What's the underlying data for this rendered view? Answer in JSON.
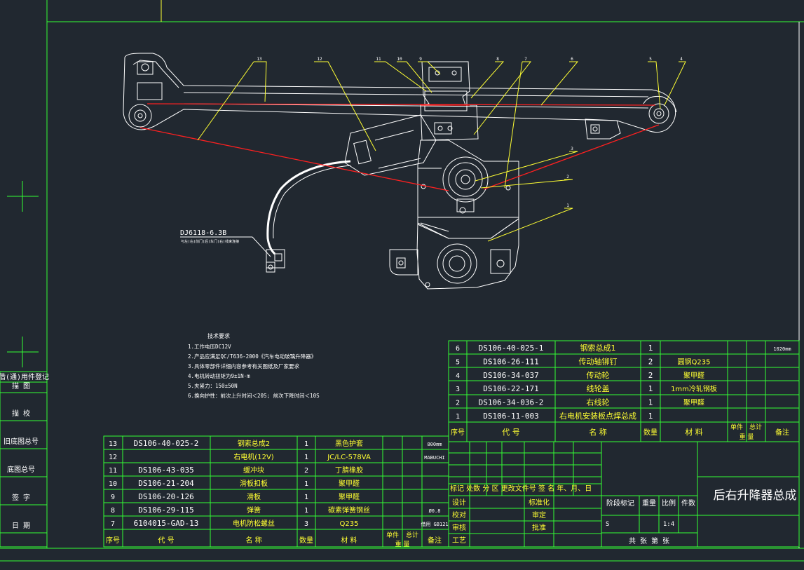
{
  "drawing": {
    "title": "后右升降器总成",
    "connector_label": "DJ6118-6.3B",
    "connector_note": "与左(右)前门(后)车门(右)线束连接"
  },
  "side_block": {
    "labels": [
      "描  图",
      "描  校",
      "旧底图总号",
      "底图总号",
      "签  字",
      "日  期"
    ],
    "header": "借(通)用件登记"
  },
  "callouts": [
    "13",
    "12",
    "11",
    "10",
    "9",
    "8",
    "7",
    "6",
    "5",
    "4",
    "3",
    "2",
    "1"
  ],
  "tech_requirements": {
    "title": "技术要求",
    "items": [
      "1.工作电压DC12V",
      "2.产品应满足QC/T636-2000《汽车电动玻璃升降器》",
      "3.具体零部件详细内容参考有关图纸及厂家要求",
      "4.电机转动扭矩为9±1N·m",
      "5.夹紧力：150±50N",
      "6.换向护性：前次上升时间＜20S; 前次下降时间＜10S"
    ]
  },
  "bom_right": {
    "rows": [
      {
        "no": "6",
        "code": "DS106-40-025-1",
        "name": "钢索总成1",
        "qty": "1",
        "material": "",
        "note": "1020mm"
      },
      {
        "no": "5",
        "code": "DS106-26-111",
        "name": "传动轴铆钉",
        "qty": "2",
        "material": "圆钢Q235",
        "note": ""
      },
      {
        "no": "4",
        "code": "DS106-34-037",
        "name": "传动轮",
        "qty": "2",
        "material": "聚甲醛",
        "note": ""
      },
      {
        "no": "3",
        "code": "DS106-22-171",
        "name": "线轮盖",
        "qty": "1",
        "material": "1mm冷轧钢板",
        "note": ""
      },
      {
        "no": "2",
        "code": "DS106-34-036-2",
        "name": "右线轮",
        "qty": "1",
        "material": "聚甲醛",
        "note": ""
      },
      {
        "no": "1",
        "code": "DS106-11-003",
        "name": "右电机安装板点焊总成",
        "qty": "1",
        "material": "",
        "note": ""
      }
    ],
    "header": {
      "no": "序号",
      "code": "代  号",
      "name": "名   称",
      "qty": "数量",
      "material": "材  料",
      "unit": "单件",
      "total": "总计",
      "weight": "重  量",
      "note": "备注"
    }
  },
  "bom_left": {
    "rows": [
      {
        "no": "13",
        "code": "DS106-40-025-2",
        "name": "钢索总成2",
        "qty": "1",
        "material": "黑色护套",
        "note": "800mm"
      },
      {
        "no": "12",
        "code": "",
        "name": "右电机(12V)",
        "qty": "1",
        "material": "JC/LC-578VA",
        "note": "MABUCHI"
      },
      {
        "no": "11",
        "code": "DS106-43-035",
        "name": "缓冲块",
        "qty": "2",
        "material": "丁腈橡胶",
        "note": ""
      },
      {
        "no": "10",
        "code": "DS106-21-204",
        "name": "滑板扣板",
        "qty": "1",
        "material": "聚甲醛",
        "note": ""
      },
      {
        "no": "9",
        "code": "DS106-20-126",
        "name": "滑板",
        "qty": "1",
        "material": "聚甲醛",
        "note": ""
      },
      {
        "no": "8",
        "code": "DS106-29-115",
        "name": "弹簧",
        "qty": "1",
        "material": "碳素弹簧钢丝",
        "note": "Ø0.8"
      },
      {
        "no": "7",
        "code": "6104015-GAD-13",
        "name": "电机防松螺丝",
        "qty": "3",
        "material": "Q235",
        "note": "借用 GB121"
      }
    ],
    "header": {
      "no": "序号",
      "code": "代  号",
      "name": "名  称",
      "qty": "数量",
      "material": "材  料",
      "unit": "单件",
      "total": "总计",
      "weight": "重  量",
      "note": "备注"
    }
  },
  "title_block": {
    "rev_header": "标记 处数 分 区   更改文件号  签 名  年、月、日",
    "roles": [
      "设计",
      "校对",
      "审核",
      "工艺"
    ],
    "roles2": [
      "标准化",
      "审定",
      "批准"
    ],
    "stage": "阶段标记",
    "weight": "重量",
    "scale_label": "比例",
    "pieces": "件数",
    "stage_value": "S",
    "scale": "1:4",
    "sheet": "共   张  第   张"
  },
  "colors": {
    "background": "#212830",
    "lines": "#ffffff",
    "frame": "#33ff33",
    "leader": "#ffff33",
    "cable": "#ff2020"
  }
}
